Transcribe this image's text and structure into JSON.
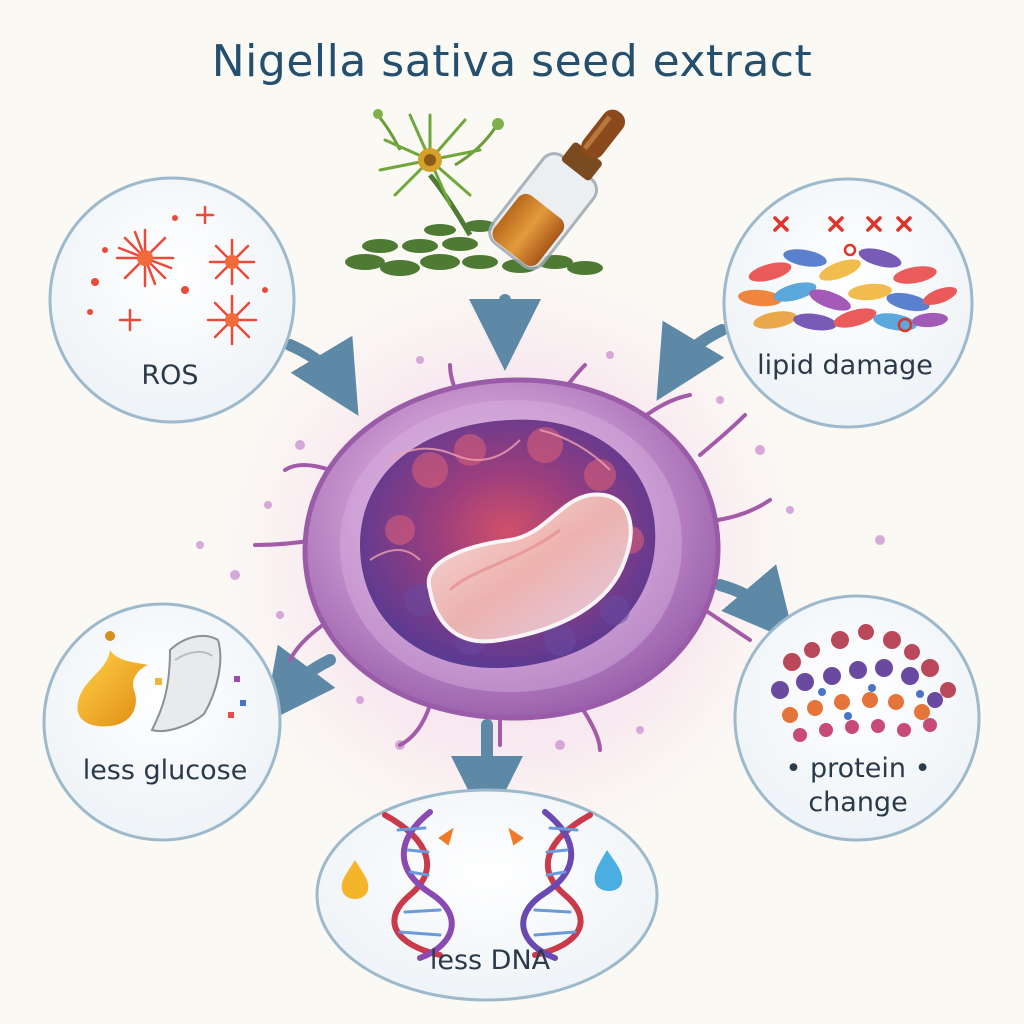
{
  "title": "Nigella sativa seed extract",
  "effects": {
    "ros": "ROS",
    "lipid": "lipid damage",
    "glucose": "less glucose",
    "dna": "less DNA",
    "protein_line1": "protein",
    "protein_line2": "change",
    "bullet": "•"
  },
  "colors": {
    "title": "#244f6e",
    "arrow": "#5d89a6",
    "bubble_stroke": "#9db9cc",
    "cell_outer": "#b07ab8",
    "cell_inner": "#7a4a9e",
    "nucleus_red": "#c94a5e"
  },
  "icons": {
    "plant": "nigella-flower-icon",
    "bottle": "dropper-bottle-icon",
    "ros": "ros-burst-icon",
    "lipid": "lipid-molecules-icon",
    "glucose": "glucose-drop-icon",
    "dna": "dna-helix-icon",
    "protein": "protein-clusters-icon"
  }
}
